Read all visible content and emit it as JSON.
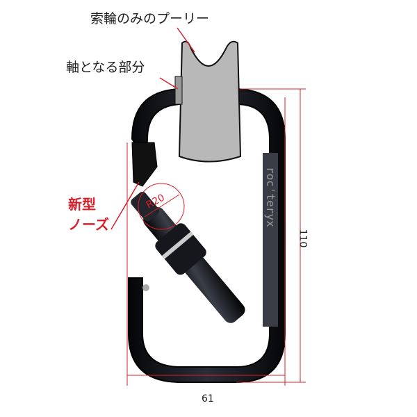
{
  "labels": {
    "pulley": "索輪のみのプーリー",
    "axle": "軸となる部分",
    "new_nose_line1": "新型",
    "new_nose_line2": "ノーズ",
    "radius": "R20",
    "height_dim": "110",
    "width_dim": "61",
    "brand": "roc'teryx"
  },
  "colors": {
    "accent": "#d8202a",
    "body": "#0e0f14",
    "pulley": "#b8b8b8"
  }
}
